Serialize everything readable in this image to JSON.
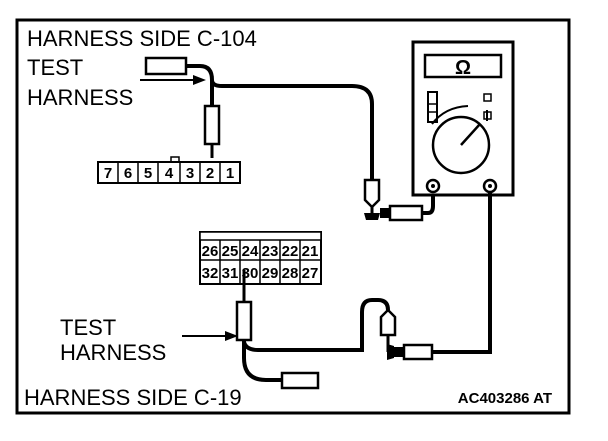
{
  "labels": {
    "top_harness": "HARNESS SIDE C-104",
    "test_harness_top_line1": "TEST",
    "test_harness_top_line2": "HARNESS",
    "test_harness_bottom_line1": "TEST",
    "test_harness_bottom_line2": "HARNESS",
    "bottom_harness": "HARNESS SIDE C-19",
    "figure_code": "AC403286 AT"
  },
  "connector_c104": {
    "pins": [
      "7",
      "6",
      "5",
      "4",
      "3",
      "2",
      "1"
    ]
  },
  "connector_c19": {
    "row_top": [
      "26",
      "25",
      "24",
      "23",
      "22",
      "21"
    ],
    "row_bottom": [
      "32",
      "31",
      "30",
      "29",
      "28",
      "27"
    ]
  },
  "meter": {
    "display_symbol": "Ω"
  },
  "icons": {
    "meter": "ohmmeter-icon",
    "probe": "test-probe-icon"
  }
}
